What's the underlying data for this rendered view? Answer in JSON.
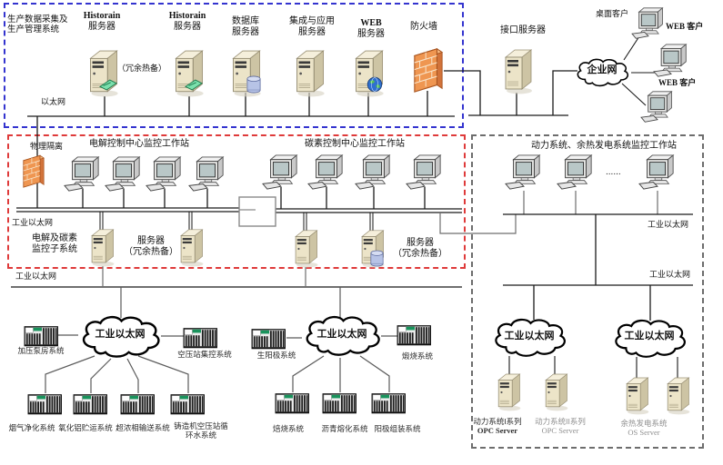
{
  "diagram": {
    "top": {
      "box_title": [
        "生产数据采集及",
        "生产管理系统"
      ],
      "ethernet": "以太网",
      "redundant": "（冗余热备）",
      "historain1": [
        "Historain",
        "服务器"
      ],
      "historain2": [
        "Historain",
        "服务器"
      ],
      "database": [
        "数据库",
        "服务器"
      ],
      "integration": [
        "集成与应用",
        "服务器"
      ],
      "web": [
        "WEB",
        "服务器"
      ],
      "firewall": "防火墙",
      "interface_server": "接口服务器",
      "enterprise_cloud": "企业网",
      "desktop_client": "桌面客户",
      "web_client_top": "WEB 客户",
      "web_client_bottom": "WEB 客户"
    },
    "control": {
      "physical_isolation": "物理隔离",
      "electrolysis_title": "电解控制中心监控工作站",
      "carbon_title": "碳素控制中心监控工作站",
      "bus_label": "工业以太网",
      "subsystem": [
        "电解及碳素",
        "监控子系统"
      ],
      "server1": [
        "服务器",
        "（冗余热备）"
      ],
      "server2": [
        "服务器",
        "（冗余热备）"
      ],
      "lower_bus_label": "工业以太网"
    },
    "power": {
      "title": "动力系统、余热发电系统监控工作站",
      "ellipsis": "......",
      "bus1_label": "工业以太网",
      "bus2_label": "工业以太网",
      "cloud1": "工业以太网",
      "cloud2": "工业以太网",
      "opc1": [
        "动力系统I系列",
        "OPC Server"
      ],
      "opc2": [
        "动力系统II系列",
        "OPC Server"
      ],
      "os": [
        "余热发电系统",
        "OS Server"
      ]
    },
    "field_left": {
      "cloud": "工业以太网",
      "plc_w": "加压泵房系统",
      "plc_e": "空压站集控系统",
      "plc_s1": "烟气净化系统",
      "plc_s2": "氧化铝贮运系统",
      "plc_s3": "超浓相输送系统",
      "plc_s4": [
        "铸造机空压站循",
        "环水系统"
      ]
    },
    "field_mid": {
      "cloud": "工业以太网",
      "plc_w": "生阳极系统",
      "plc_e": "煅烧系统",
      "plc_s1": "焙烧系统",
      "plc_s2": "沥青熔化系统",
      "plc_s3": "阳极组装系统"
    }
  }
}
